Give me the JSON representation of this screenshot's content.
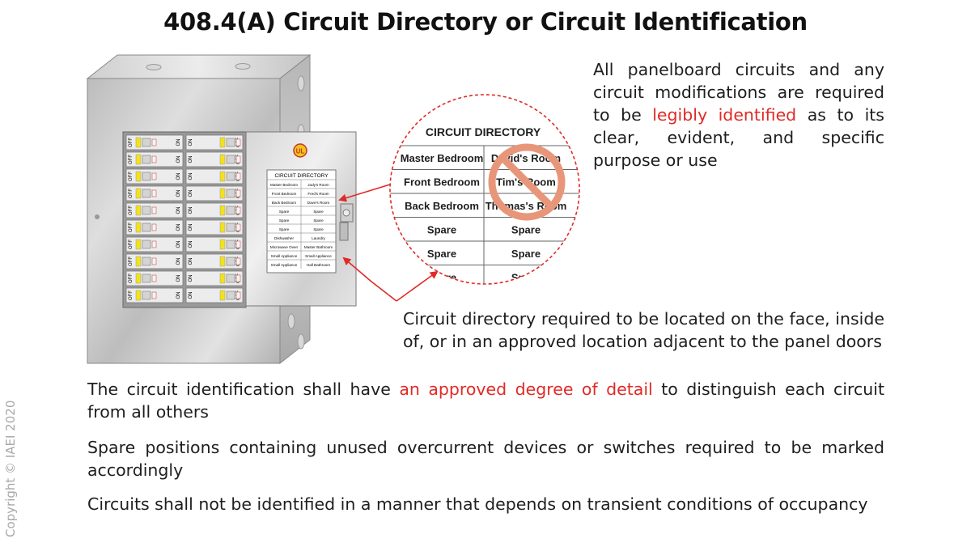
{
  "title": "408.4(A) Circuit Directory or Circuit Identification",
  "copyright": "Copyright © IAEI 2020",
  "panel": {
    "logo": "UL",
    "breaker_labels": {
      "off": "OFF",
      "on": "ON"
    },
    "directory": {
      "heading": "CIRCUIT DIRECTORY",
      "rows": [
        [
          "Master Bedroom",
          "Jody's Room"
        ],
        [
          "Front Bedroom",
          "Fred's Room"
        ],
        [
          "Back Bedroom",
          "Dave's Room"
        ],
        [
          "Spare",
          "Spare"
        ],
        [
          "Spare",
          "Spare"
        ],
        [
          "Spare",
          "Spare"
        ],
        [
          "Dishwasher",
          "Laundry"
        ],
        [
          "Microwave Oven",
          "Master Bathroom"
        ],
        [
          "Small Appliance",
          "Small Appliance"
        ],
        [
          "Small Appliance",
          "Hall Bathroom"
        ]
      ]
    }
  },
  "zoom": {
    "heading": "CIRCUIT DIRECTORY",
    "rows": [
      [
        "Master Bedroom",
        "David's Room"
      ],
      [
        "Front Bedroom",
        "Tim's Room"
      ],
      [
        "Back Bedroom",
        "Thomas's Room"
      ],
      [
        "Spare",
        "Spare"
      ],
      [
        "Spare",
        "Spare"
      ],
      [
        "Spare",
        "Spare"
      ]
    ],
    "no_symbol_icon": "prohibited-icon"
  },
  "text": {
    "top_right": {
      "before": "All panelboard circuits and any circuit modifications are required to be ",
      "highlight": "legibly identified",
      "after": " as to its clear, evident, and specific purpose or use"
    },
    "directory_location": "Circuit directory required to be located on the face, inside of, or in an approved location adjacent to the panel doors",
    "detail": {
      "before": "The circuit identification shall have ",
      "highlight": "an approved degree of detail",
      "after": " to distinguish each circuit from all others"
    },
    "spare": "Spare positions containing unused overcurrent devices or switches required to be marked accordingly",
    "occupancy": "Circuits shall not be identified in a manner that depends on transient conditions of occupancy"
  },
  "colors": {
    "highlight": "#e02a26",
    "prohibited": "#e8967a",
    "breaker_yellow": "#f2e21c"
  }
}
